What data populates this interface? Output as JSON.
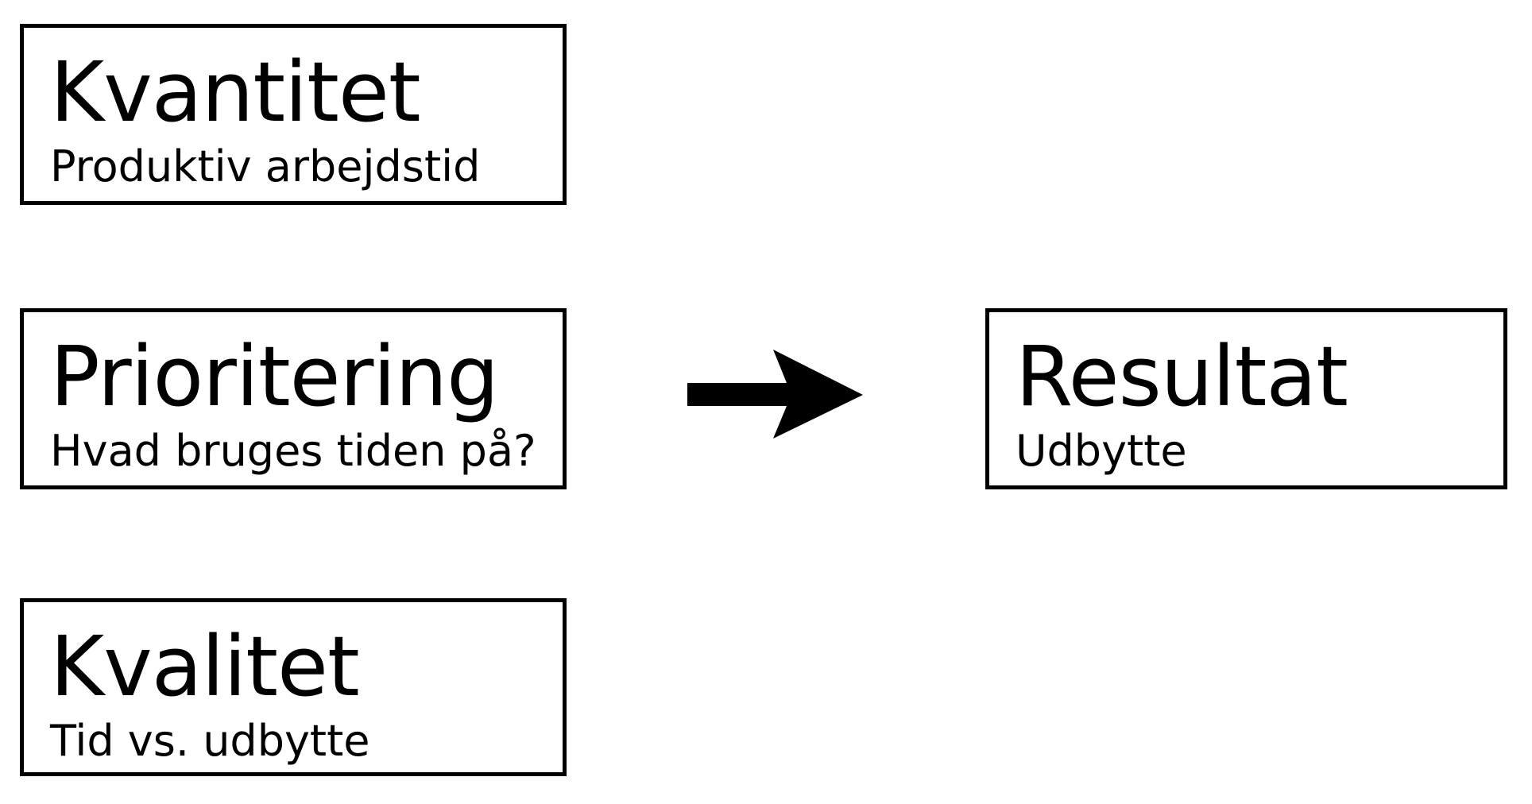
{
  "diagram": {
    "background_color": "#ffffff",
    "border_color": "#000000",
    "text_color": "#000000",
    "boxes": [
      {
        "id": "kvantitet",
        "title": "Kvantitet",
        "subtitle": "Produktiv arbejdstid"
      },
      {
        "id": "prioritering",
        "title": "Prioritering",
        "subtitle": "Hvad bruges tiden på?"
      },
      {
        "id": "kvalitet",
        "title": "Kvalitet",
        "subtitle": "Tid vs. udbytte"
      },
      {
        "id": "resultat",
        "title": "Resultat",
        "subtitle": "Udbytte"
      }
    ],
    "arrow": {
      "icon": "right-arrow-icon",
      "direction": "right",
      "color": "#000000"
    }
  }
}
